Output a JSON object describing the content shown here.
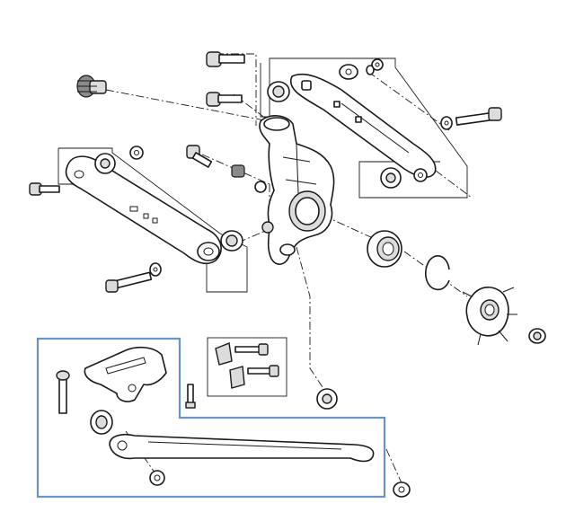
{
  "diagram": {
    "highlight_color": "#6b93c6",
    "line_color": "#1a1a1a",
    "background": "#ffffff",
    "components": [
      {
        "name": "steering-knuckle"
      },
      {
        "name": "upper-control-arm"
      },
      {
        "name": "lower-front-control-arm"
      },
      {
        "name": "trailing-arm"
      },
      {
        "name": "wheel-hub"
      },
      {
        "name": "wheel-bearing"
      },
      {
        "name": "snap-ring"
      },
      {
        "name": "trailing-arm-bracket"
      },
      {
        "name": "bracket-kit"
      },
      {
        "name": "bushings"
      },
      {
        "name": "bolts"
      },
      {
        "name": "nuts"
      },
      {
        "name": "washers"
      },
      {
        "name": "ball-joint"
      }
    ]
  }
}
